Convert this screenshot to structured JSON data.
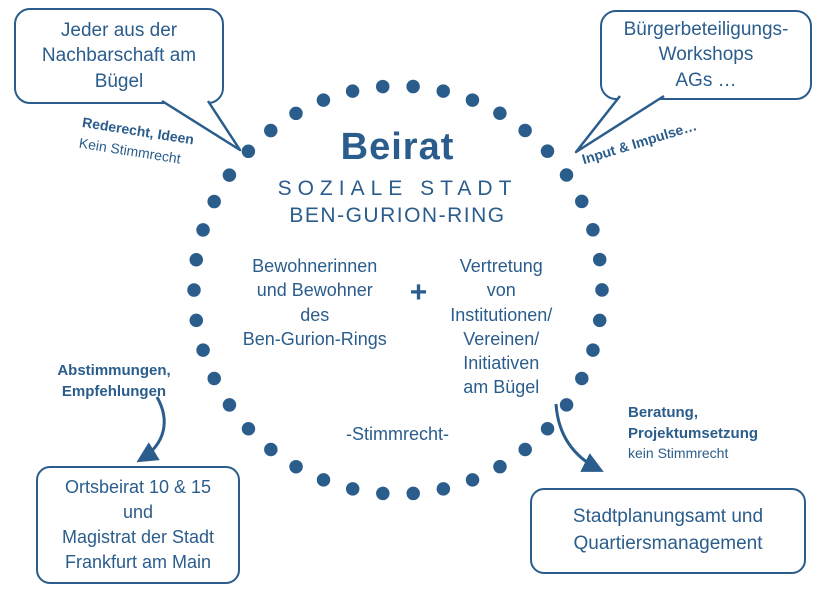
{
  "colors": {
    "primary_blue": "#2b5d8c"
  },
  "center": {
    "title": "Beirat",
    "subtitle_line1": "SOZIALE STADT",
    "subtitle_line2": "BEN-GURION-RING",
    "left_column": "Bewohnerinnen\nund Bewohner\ndes\nBen-Gurion-Rings",
    "plus_sign": "+",
    "right_column": "Vertretung\nvon\nInstitutionen/\nVereinen/\nInitiativen\nam Bügel",
    "voting_note": "-Stimmrecht-"
  },
  "speech_bubbles": {
    "top_left": "Jeder aus der\nNachbarschaft am\nBügel",
    "top_right": "Bürgerbeteiligungs-\nWorkshops\nAGs …"
  },
  "annotations": {
    "top_left_bold": "Rederecht, Ideen",
    "top_left_note": "Kein Stimmrecht",
    "top_right_bold": "Input & Impulse…",
    "bottom_left_bold": "Abstimmungen,\nEmpfehlungen",
    "bottom_right_bold": "Beratung,\nProjektumsetzung",
    "bottom_right_note": "kein Stimmrecht"
  },
  "boxes": {
    "bottom_left": "Ortsbeirat 10 & 15\nund\nMagistrat der Stadt\nFrankfurt am Main",
    "bottom_right": "Stadtplanungsamt und\nQuartiersmanagement"
  }
}
